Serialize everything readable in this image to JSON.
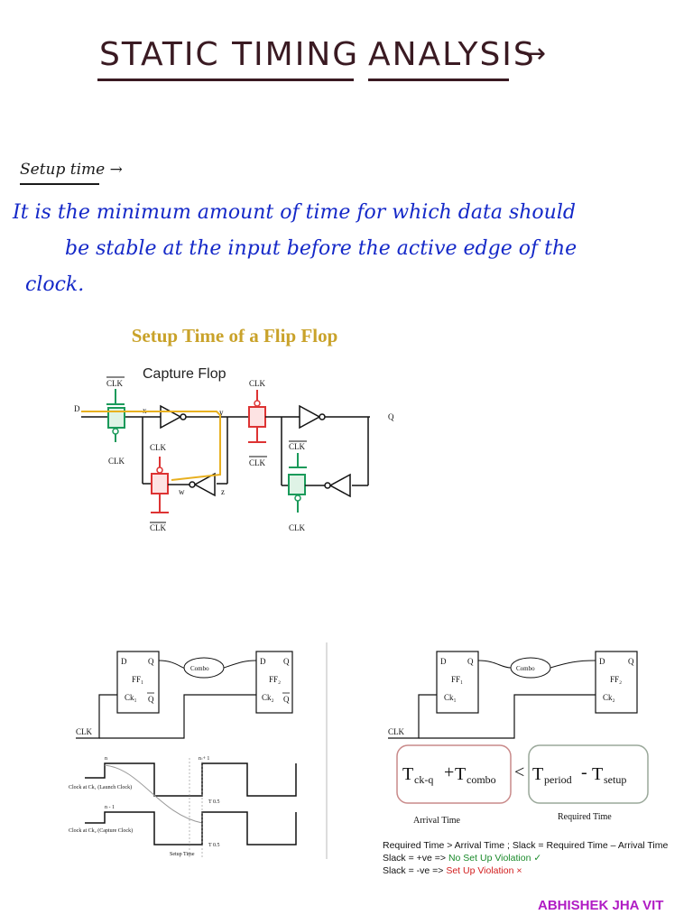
{
  "title": {
    "word1": "STATIC TIMING",
    "word2": "ANALYSIS",
    "arrow": "→"
  },
  "setup": {
    "label": "Setup time",
    "arrow": "→",
    "definition_line1": "It is the minimum amount of time for which data should",
    "definition_line2": "be stable at the input before the active edge of the",
    "definition_line3": "clock."
  },
  "figure1": {
    "title": "Setup Time of a Flip Flop",
    "caption": "Capture Flop",
    "labels": {
      "clk": "CLK",
      "d": "D",
      "q": "Q",
      "x": "x",
      "y": "y",
      "w": "w",
      "z": "z"
    }
  },
  "figure2": {
    "ff1": "FF₁",
    "ff2": "FF₂",
    "d": "D",
    "q": "Q",
    "qbar": "Q",
    "ck1": "Ck₁",
    "ck2": "Ck₂",
    "combo": "Combo",
    "clk": "CLK",
    "launch_label": "Clock at Ck₁ (Launch Clock)",
    "capture_label": "Clock at Ck₂ (Capture Clock)",
    "n": "n",
    "n1": "n + 1",
    "nm1": "n - 1",
    "t0": "0.5",
    "tc": "T 0.5",
    "setup_label": "Setup Time"
  },
  "figure3": {
    "eq_tckq": "T",
    "eq_tckq_sub": "ck-q",
    "eq_plus": "+",
    "eq_tcombo": "T",
    "eq_tcombo_sub": "combo",
    "eq_lt": "<",
    "eq_tperiod": "T",
    "eq_tperiod_sub": "period",
    "eq_minus": "-",
    "eq_tsetup": "T",
    "eq_tsetup_sub": "setup",
    "arrival": "Arrival Time",
    "required": "Required Time",
    "line1": "Required Time > Arrival Time ;   Slack = Required Time – Arrival Time",
    "line2_a": "Slack = +ve => ",
    "line2_b": "No Set Up Violation ✓",
    "line3_a": "Slack = -ve => ",
    "line3_b": "Set Up Violation ×"
  },
  "credit": "ABHISHEK JHA VIT"
}
